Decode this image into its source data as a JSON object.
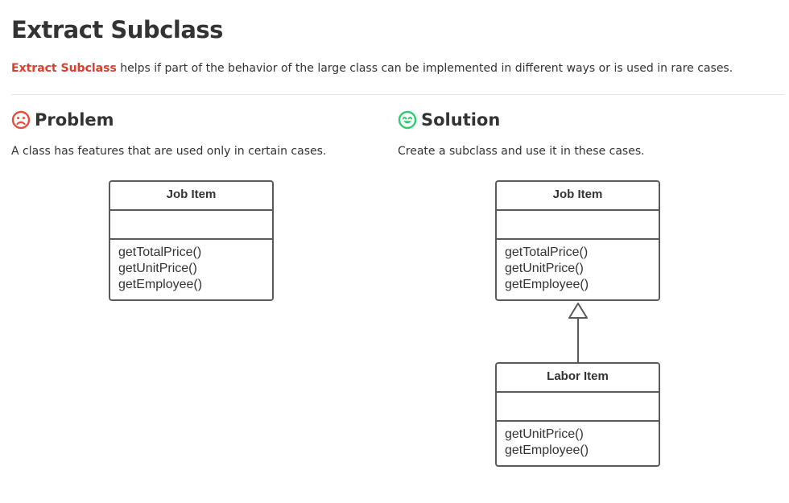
{
  "page": {
    "title": "Extract Subclass",
    "intro": {
      "term": "Extract Subclass",
      "text": " helps if part of the behavior of the large class can be implemented in different ways or is used in rare cases."
    }
  },
  "problem": {
    "heading": "Problem",
    "icon": "sad-face-icon",
    "icon_color": "#e74c3c",
    "description": "A class has features that are used only in certain cases.",
    "diagram": {
      "class_name": "Job Item",
      "methods": [
        "getTotalPrice()",
        "getUnitPrice()",
        "getEmployee()"
      ]
    }
  },
  "solution": {
    "heading": "Solution",
    "icon": "happy-face-icon",
    "icon_color": "#2ecc71",
    "description": "Create a subclass and use it in these cases.",
    "diagram": {
      "parent": {
        "class_name": "Job Item",
        "methods": [
          "getTotalPrice()",
          "getUnitPrice()",
          "getEmployee()"
        ]
      },
      "child": {
        "class_name": "Labor Item",
        "methods": [
          "getUnitPrice()",
          "getEmployee()"
        ]
      },
      "relation": "inheritance"
    }
  },
  "colors": {
    "accent_term": "#d9402b",
    "text": "#333333",
    "uml_border": "#5a5a5a"
  }
}
